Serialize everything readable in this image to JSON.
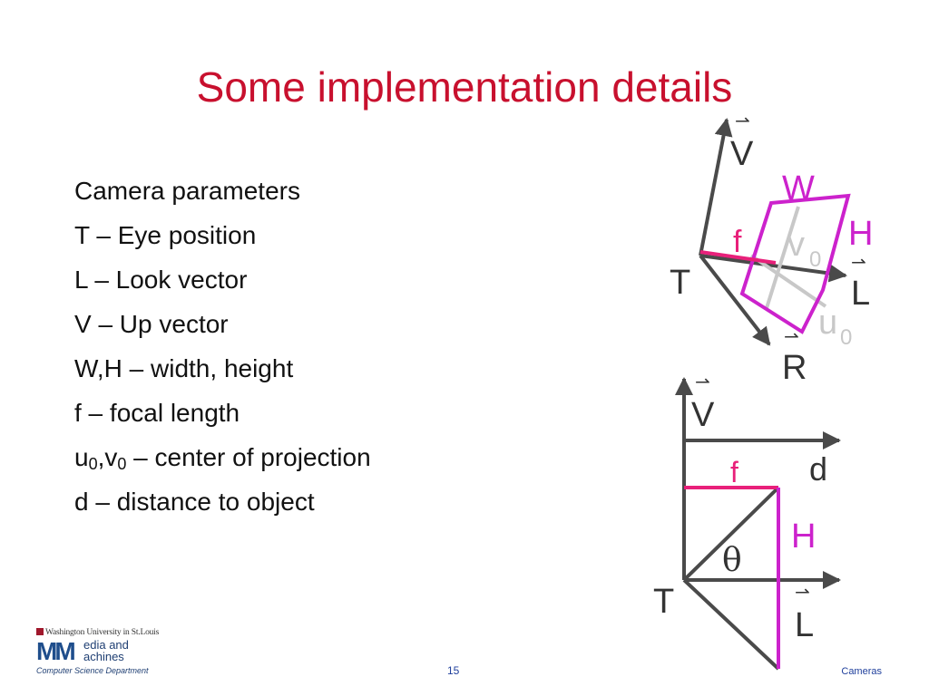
{
  "slide": {
    "title": "Some implementation details",
    "bullets": [
      {
        "text": "Camera parameters"
      },
      {
        "text": "T – Eye position"
      },
      {
        "text": "L – Look vector"
      },
      {
        "text": "V – Up vector"
      },
      {
        "text": "W,H – width, height"
      },
      {
        "text": "f – focal length"
      },
      {
        "part1": "u",
        "sub1": "0",
        "part2": ",v",
        "sub2": "0",
        "part3": " – center of projection"
      },
      {
        "text": "d – distance to object"
      }
    ],
    "diagram_top": {
      "label_V": "V",
      "label_W": "W",
      "label_H": "H",
      "label_f": "f",
      "label_v": "v",
      "label_v_sub": "0",
      "label_T": "T",
      "label_L": "L",
      "label_u": "u",
      "label_u_sub": "0",
      "label_R": "R",
      "vector_accent": "⇀"
    },
    "diagram_bottom": {
      "label_V": "V",
      "label_d": "d",
      "label_f": "f",
      "label_H": "H",
      "label_theta": "θ",
      "label_T": "T",
      "label_L": "L",
      "vector_accent": "⇀"
    },
    "footer": {
      "logo_university": "Washington University in St.Louis",
      "logo_letters": "MM",
      "logo_line1": "edia and",
      "logo_line2": "achines",
      "logo_department": "Computer Science Department",
      "slide_number": "15",
      "section": "Cameras"
    },
    "colors": {
      "title": "#c8102e",
      "magenta": "#cc22cc",
      "pink": "#e8207a",
      "gray_arrow": "#4a4a4a",
      "light_gray": "#c8c8c8"
    }
  }
}
